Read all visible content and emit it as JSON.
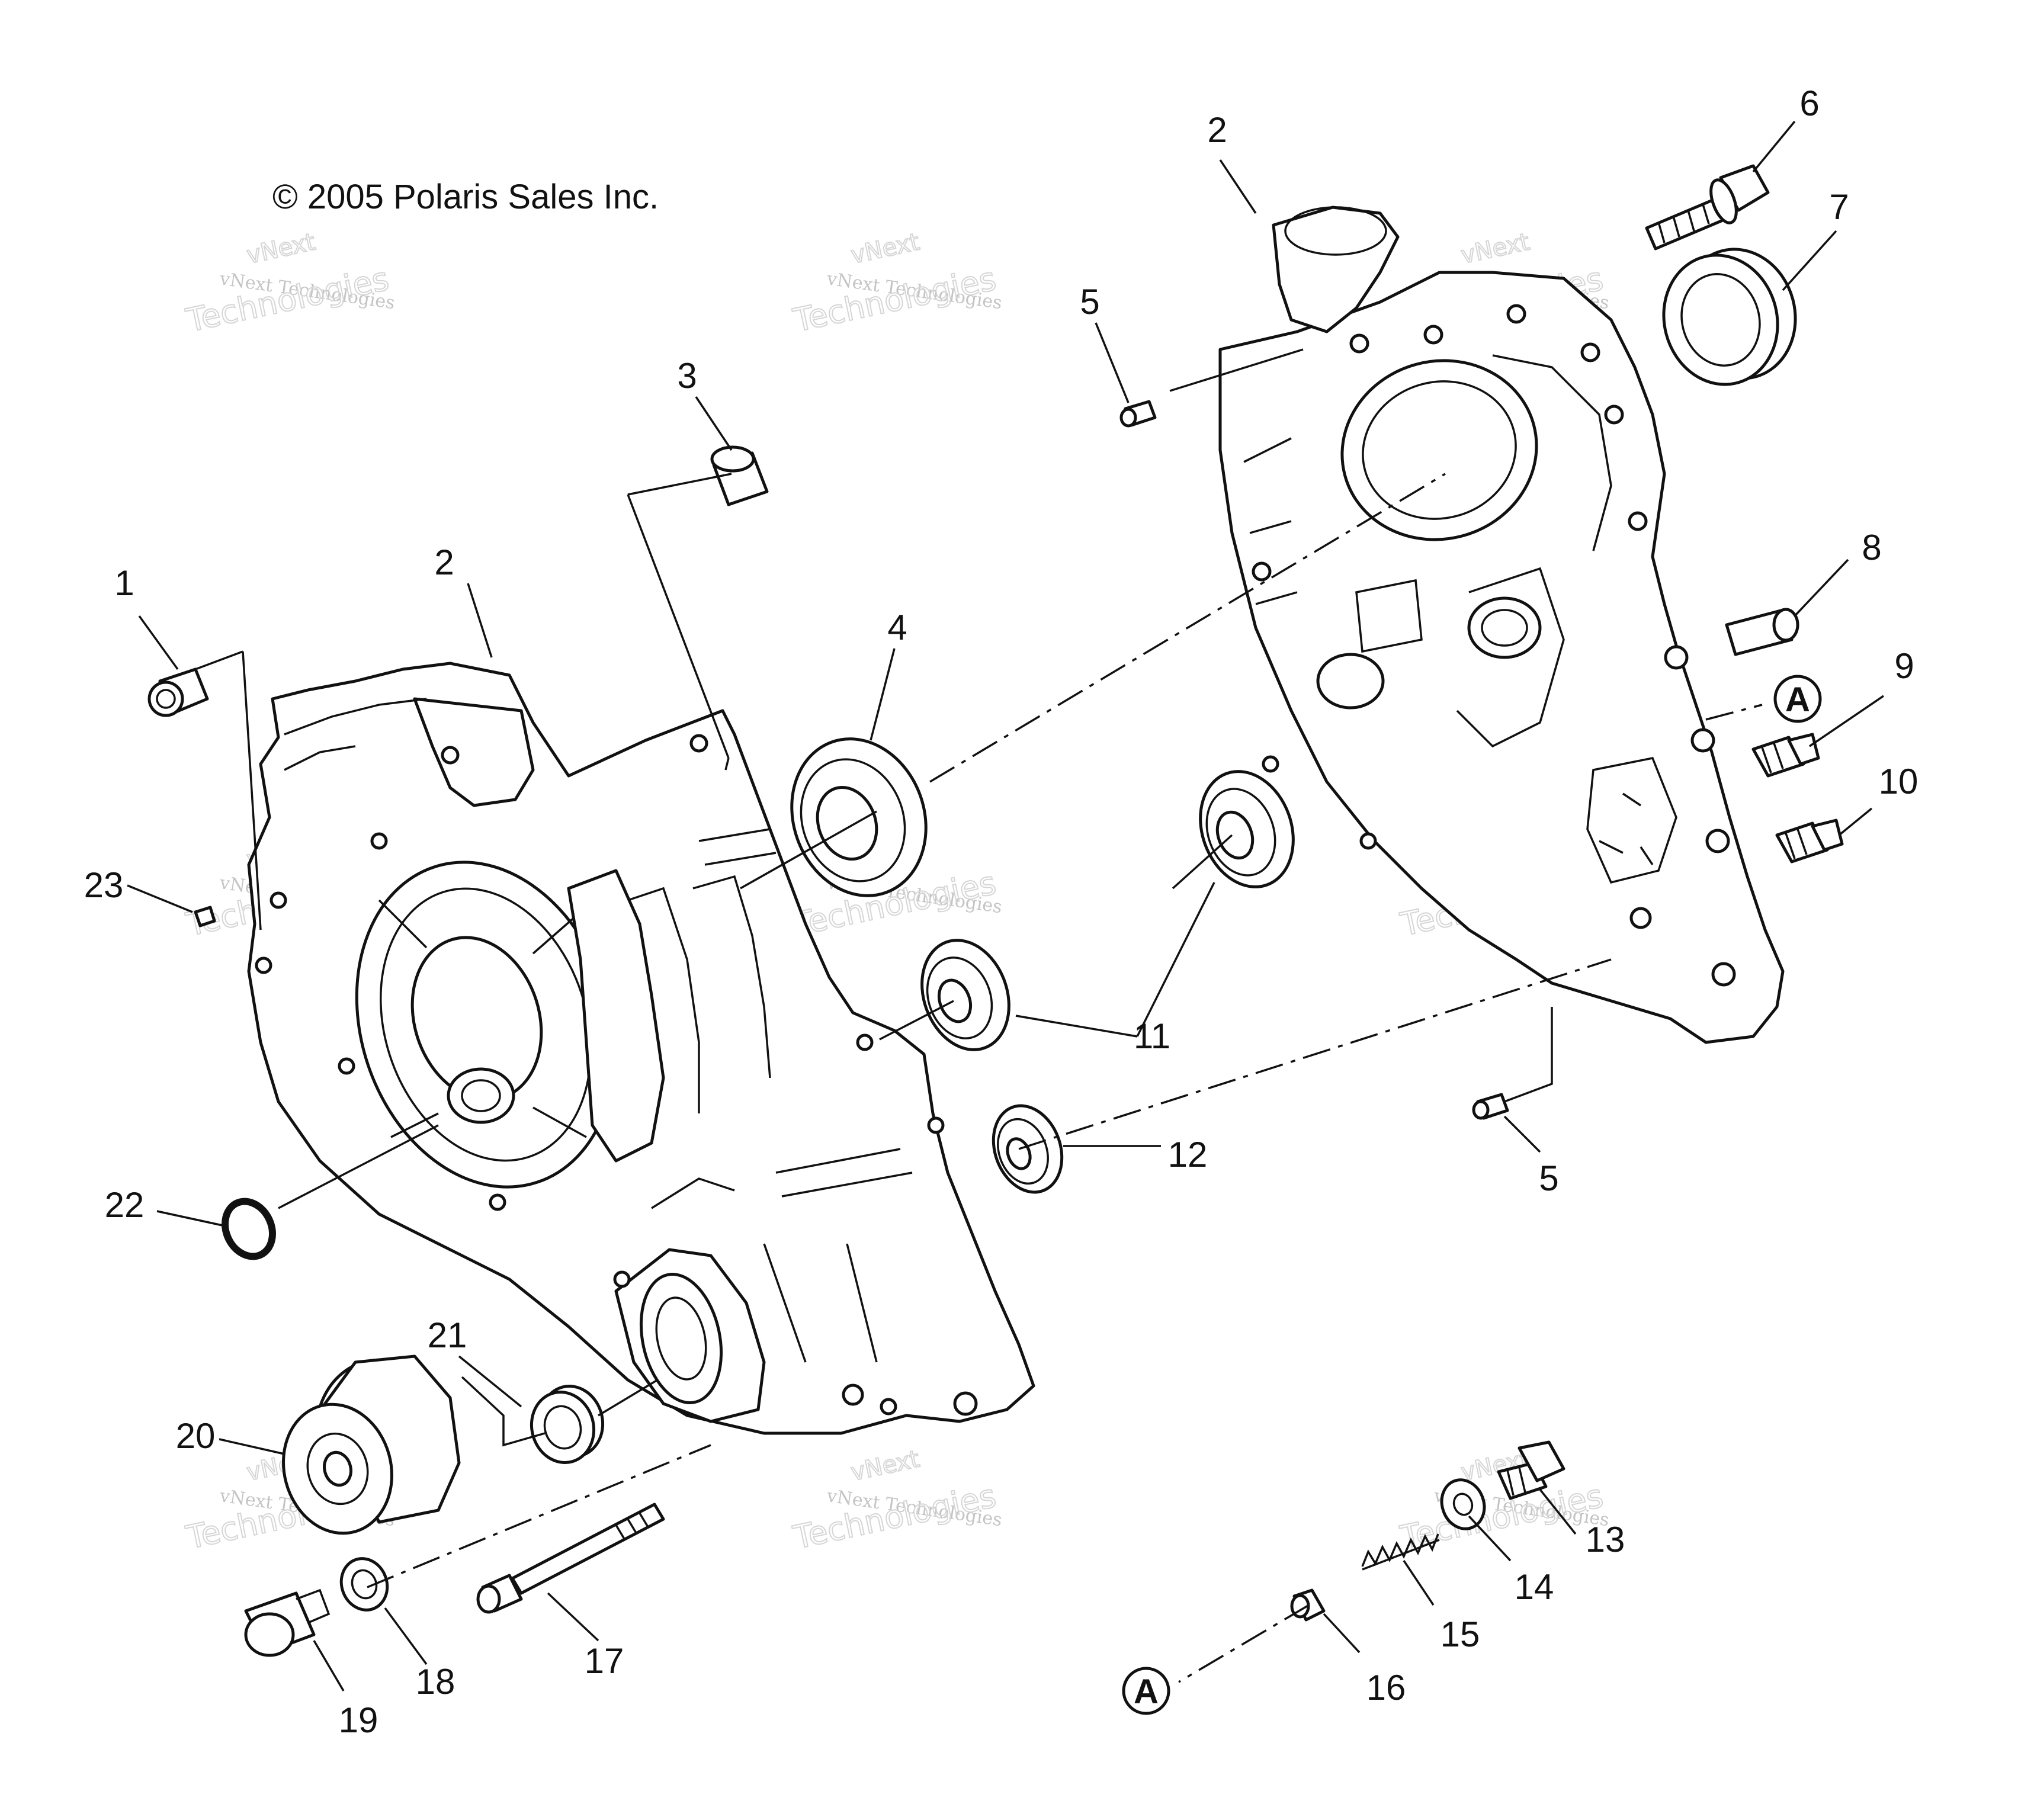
{
  "copyright": "© 2005 Polaris Sales Inc.",
  "watermark": {
    "line1": "vNext Technologies",
    "line2": "Technologies",
    "line3": "vNext"
  },
  "callouts": {
    "a_top": "A",
    "a_bottom": "A"
  },
  "labels": {
    "p1": "1",
    "p2_left": "2",
    "p2_right": "2",
    "p3": "3",
    "p4": "4",
    "p5_top": "5",
    "p5_bottom": "5",
    "p6": "6",
    "p7": "7",
    "p8": "8",
    "p9": "9",
    "p10": "10",
    "p11": "11",
    "p12": "12",
    "p13": "13",
    "p14": "14",
    "p15": "15",
    "p16": "16",
    "p17": "17",
    "p18": "18",
    "p19": "19",
    "p20": "20",
    "p21": "21",
    "p22": "22",
    "p23": "23"
  }
}
